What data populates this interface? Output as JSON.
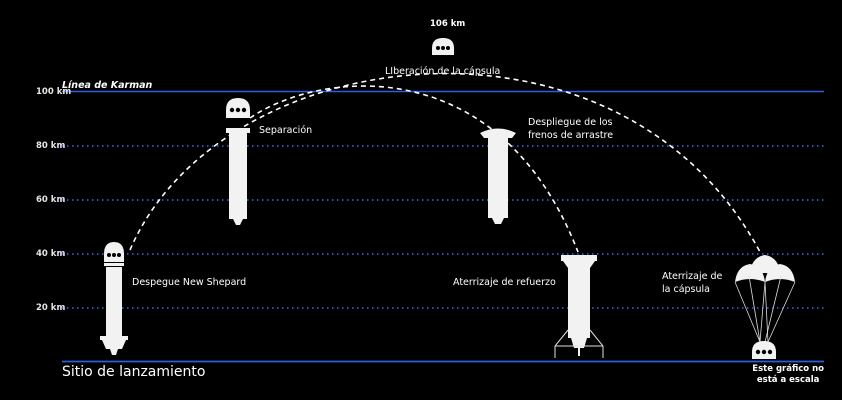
{
  "colors": {
    "background": "#000000",
    "karman_line": "#2f5de0",
    "grid_line": "#3a6cf0",
    "vehicle": "#f2f2f2",
    "trajectory": "#ffffff"
  },
  "karman_label": "Línea de Karman",
  "altitude_ticks": [
    "100 km",
    "80 km",
    "60 km",
    "40 km",
    "20 km"
  ],
  "apogee_label": "106 km",
  "events": {
    "liftoff": "Despegue New Shepard",
    "separation": "Separación",
    "capsule_release": "LIberación de la cápsula",
    "drag_brakes": [
      "Despliegue de los",
      "frenos de arrastre"
    ],
    "booster_landing": "Aterrizaje de refuerzo",
    "capsule_landing": [
      "Aterrizaje de",
      "la cápsula"
    ]
  },
  "launch_site": "Sitio de lanzamiento",
  "scale_note": [
    "Este gráfico no",
    "está a escala"
  ]
}
